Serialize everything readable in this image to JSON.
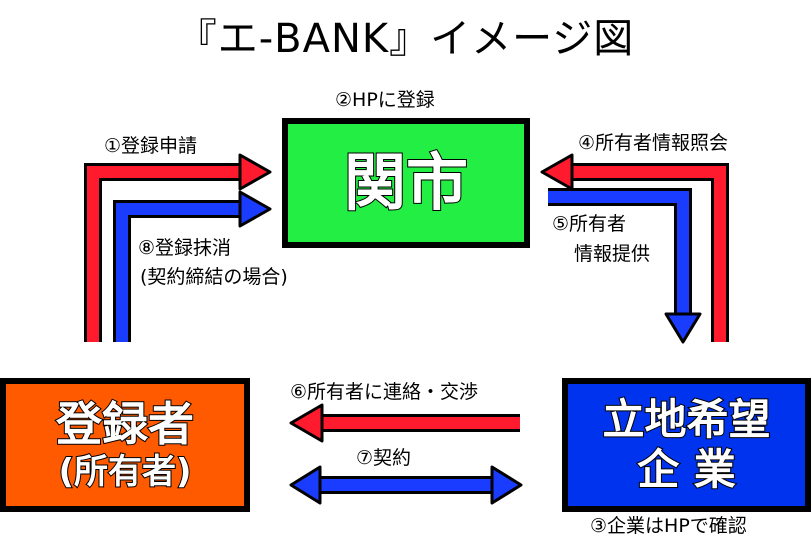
{
  "title": "『エ-BANK』イメージ図",
  "nodes": {
    "city": "関市",
    "owner": {
      "line1": "登録者",
      "line2": "(所有者)"
    },
    "company": {
      "line1": "立地希望",
      "line2": "企 業"
    }
  },
  "steps": {
    "s1": "①登録申請",
    "s2": "②HPに登録",
    "s3": "③企業はHPで確認",
    "s4": "④所有者情報照会",
    "s5_line1": "⑤所有者",
    "s5_line2": "情報提供",
    "s6": "⑥所有者に連絡・交渉",
    "s7": "⑦契約",
    "s8_line1": "⑧登録抹消",
    "s8_line2": "(契約締結の場合)"
  },
  "colors": {
    "red_arrow": "#ff1a2e",
    "blue_arrow": "#1a3cff",
    "city_fill": "#22ee44",
    "owner_fill": "#ff5a00",
    "company_fill": "#0033ee"
  }
}
